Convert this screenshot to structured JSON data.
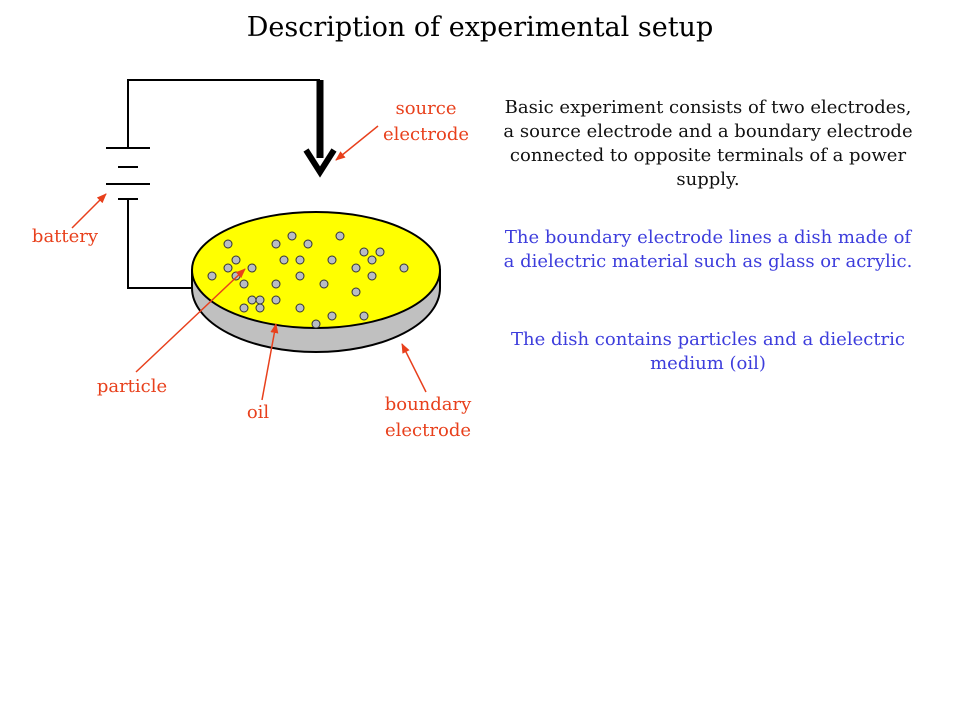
{
  "title": "Description of experimental setup",
  "labels": {
    "source_electrode_line1": "source",
    "source_electrode_line2": "electrode",
    "battery": "battery",
    "particle": "particle",
    "oil": "oil",
    "boundary_electrode_line1": "boundary",
    "boundary_electrode_line2": "electrode"
  },
  "description": {
    "p1": "Basic experiment consists of two electrodes, a source electrode and a boundary electrode connected to opposite terminals of a power supply.",
    "p2": "The boundary electrode lines a dish made of a dielectric material such as glass or acrylic.",
    "p3": "The dish contains particles and a dielectric medium (oil)"
  },
  "colors": {
    "label": "#e8401c",
    "blue_text": "#3d3ddc",
    "oil": "#ffff00",
    "dish": "#c0c0c0",
    "particle": "#b8bcc4"
  }
}
